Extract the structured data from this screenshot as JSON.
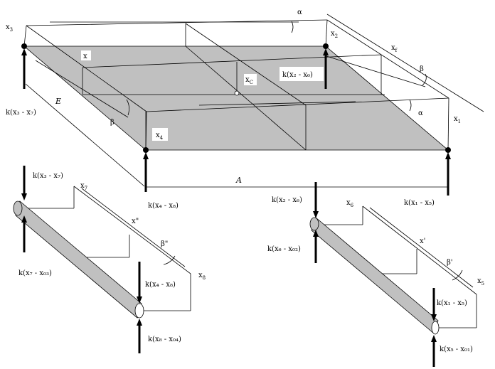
{
  "labels": {
    "x3": "x",
    "x3_sub": "3",
    "x2": "x",
    "x2_sub": "2",
    "x1": "x",
    "x1_sub": "1",
    "x4": "x",
    "x4_sub": "4",
    "xc": "x",
    "xc_sub": "C",
    "x_small": "x",
    "xf": "x",
    "xf_sub": "f",
    "x7": "x",
    "x7_sub": "7",
    "x8": "x",
    "x8_sub": "8",
    "x6": "x",
    "x6_sub": "6",
    "x5": "x",
    "x5_sub": "5",
    "xpp": "x\"",
    "xp": "x'",
    "alpha_top": "α",
    "alpha_right": "α",
    "beta_right": "β",
    "beta_left": "β",
    "beta_pp": "β\"",
    "beta_p": "β'",
    "E": "E",
    "A": "A"
  },
  "forces": {
    "k_x3_x7": "k(x₃ - x₇)",
    "k_x2_x6_top": "k(x₂ - x₆)",
    "k_x4_x8_top": "k(x₄ - x₈)",
    "k_x2_x6_mid": "k(x₂ - x₆)",
    "k_x1_x5_top": "k(x₁ - x₅)",
    "k_x3_x7_left": "k(x₃ - x₇)",
    "k_x7_x03": "k(x₇ - x₀₃)",
    "k_x4_x8_left": "k(x₄ - x₈)",
    "k_x8_x04": "k(x₈ - x₀₄)",
    "k_x6_x02": "k(x₆ - x₀₂)",
    "k_x1_x5_right": "k(x₁ - x₅)",
    "k_x5_x01": "k(x₅ - x₀₁)"
  }
}
